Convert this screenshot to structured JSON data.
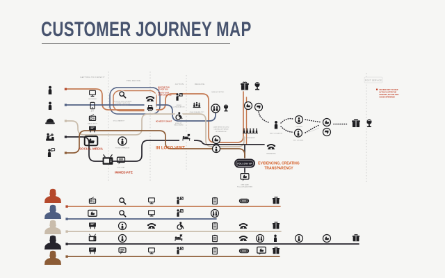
{
  "title": "CUSTOMER JOURNEY MAP",
  "colors": {
    "background": "#f6f6f4",
    "title_text": "#47536e",
    "persona1": "#b5492c",
    "persona2": "#4f5f82",
    "persona3": "#c9bcab",
    "persona4": "#26242c",
    "persona5": "#8c5c36",
    "line_orange": "#c47a52",
    "accent_red": "#c0391f",
    "accent_orange": "#d45f28",
    "icon_black": "#1d1d20",
    "gray_text": "#8f8f8f"
  },
  "stages": {
    "s1": "GETTING TO KNOW IT",
    "s2": "PRE-DECIDE",
    "s3": "ACTION",
    "s4": "RECEIVE",
    "s5": "POST SERVICE"
  },
  "map": {
    "captions": {
      "browser": "BROWSER",
      "app": "APP",
      "radio_spot": "RADIO SPOT",
      "outdoor": "OUTDOOR",
      "social_media": "SOCIAL MEDIA",
      "phone_operator": "PHONE OPERATOR",
      "live_chat": "LIVE CHAT",
      "immediate": "IMMEDIATE",
      "search_1": "PROCESS DISCOVERING",
      "search_2": "COMPANY SERVICES",
      "search_3": "COST PROFILES",
      "still_market": "STILL MARKET?",
      "offer_1": "OFFER",
      "offer_2": "CONSULTATION",
      "mobility_1": "MOBILITY",
      "mobility_2": "FACILITATED",
      "case_feasibility": "CASE FEASIBILITY?",
      "in_loco": "IN LOCO VISIT",
      "case_accepted": "CASE ACCEPTED",
      "case_solved_1": "CASE BEING SOLVED",
      "case_solved_2": "CASE ACCEPTANCE",
      "case_solved_3": "OPTIMIZATION?",
      "agreement": "AGREEMENT",
      "reminders": "REMINDERS",
      "follow_up": "FOLLOW UP",
      "one_case_1": "ONE CASE",
      "one_case_2": "FOLLOWS ANOTHER",
      "evidencing_1": "EVIDENCING, CREATING",
      "evidencing_2": "TRANSPARENCY",
      "win_lit": "WIN / LITIGATION",
      "chosen": "CHOSEN",
      "not_chosen": "NOT CHOSEN"
    },
    "annotations": {
      "n1a": "WHAT WE CAN",
      "n1b": "DO FOR YOU",
      "n2a": "WHAT'S YOUR",
      "n2b": "STORY (TELL US)",
      "n3": "NO NEED TO OWN IT",
      "n4a": "WE NEED NOT TO KEEP",
      "n4b": "IN TOUCH AFTER THE",
      "n4c": "PROCESS, BUT DELIVER",
      "n4d": "GOOD EXPERIENCE"
    }
  },
  "legend": {
    "rows": [
      {
        "persona": "client-1",
        "color": "#b5492c",
        "icons": [
          "radio",
          "search",
          "monitor",
          "consultation",
          "clipboard",
          "contract-pill",
          "gift"
        ]
      },
      {
        "persona": "client-2",
        "color": "#4f5f82",
        "icons": [
          "social-media",
          "search",
          "monitor",
          "consultation",
          "people-circle"
        ]
      },
      {
        "persona": "client-3",
        "color": "#c9bcab",
        "icons": [
          "billboard",
          "person-circle",
          "phone",
          "wheelchair",
          "clipboard",
          "phone",
          "gift"
        ]
      },
      {
        "persona": "client-4",
        "color": "#26242c",
        "icons": [
          "tv",
          "person-circle",
          "in-loco-bed",
          "clipboard",
          "phone",
          "people-circle",
          "person",
          "person-circle",
          "thumb-up-circle",
          "gift"
        ]
      },
      {
        "persona": "client-5",
        "color": "#8c5c36",
        "icons": [
          "billboard",
          "live-chat",
          "monitor",
          "consultation",
          "clipboard",
          "contract-pill",
          "social-media",
          "gift"
        ]
      }
    ]
  }
}
